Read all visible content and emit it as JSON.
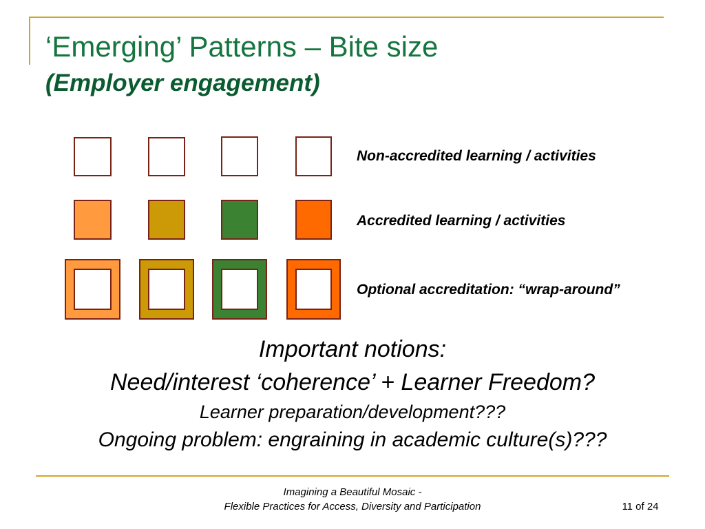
{
  "title": "‘Emerging’ Patterns – Bite size",
  "subtitle": "(Employer engagement)",
  "rows": [
    {
      "label": "Non-accredited learning / activities"
    },
    {
      "label": "Accredited learning / activities"
    },
    {
      "label": "Optional accreditation: “wrap-around”"
    }
  ],
  "colors": {
    "accent_rule": "#d4a42a",
    "title": "#15753f",
    "subtitle": "#0b5b30",
    "border": "#7a2216",
    "light_orange": "#ff9a3e",
    "mustard": "#cc9a06",
    "green": "#3b8233",
    "orange": "#ff6a00"
  },
  "notions": {
    "heading": "Important notions:",
    "line1": "Need/interest ‘coherence’ + Learner Freedom?",
    "line2": "Learner preparation/development???",
    "line3": "Ongoing problem: engraining in academic culture(s)???"
  },
  "footer": {
    "line1": "Imagining a Beautiful Mosaic -",
    "line2": "Flexible Practices for Access, Diversity and Participation",
    "page": "11 of 24"
  }
}
